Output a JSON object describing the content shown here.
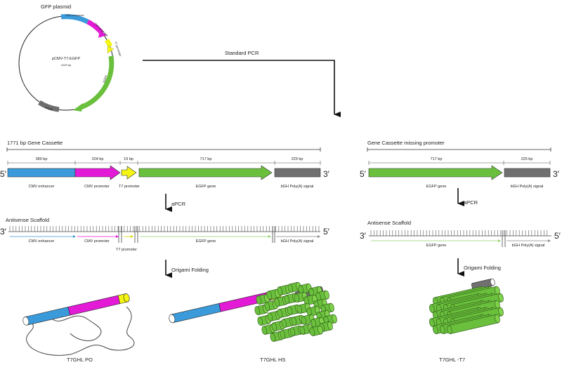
{
  "plasmid": {
    "title": "GFP plasmid",
    "name": "pCMV-T7-EGFP",
    "size": "4119 bp",
    "arc_labels": {
      "cmv_enhancer": "CMV enhancer",
      "cmv_promoter": "CMV promoter",
      "t7_promoter": "T7 promoter",
      "egfp": "EGFP",
      "ampr": "AmpR"
    }
  },
  "pcr_label": "Standard PCR",
  "left_cassette": {
    "title": "1771 bp Gene Cassette",
    "end5": "5′",
    "end3": "3′",
    "segments": [
      {
        "bp": "380 bp",
        "label": "CMV enhancer",
        "color": "#3b9ad9"
      },
      {
        "bp": "204 bp",
        "label": "CMV promoter",
        "color": "#e31ad6"
      },
      {
        "bp": "19 bp",
        "label": "T7 promoter",
        "color": "#f5f514"
      },
      {
        "bp": "717 bp",
        "label": "EGFP gene",
        "color": "#6abf3c"
      },
      {
        "bp": "225 bp",
        "label": "bGH Poly(A) signal",
        "color": "#707070"
      }
    ]
  },
  "right_cassette": {
    "title": "Gene Cassette missing promoter",
    "end5": "5′",
    "end3": "3′",
    "segments": [
      {
        "bp": "717 bp",
        "label": "EGFP gene",
        "color": "#6abf3c"
      },
      {
        "bp": "225 bp",
        "label": "bGH Poly(A) signal",
        "color": "#707070"
      }
    ]
  },
  "apcr_label": "aPCR",
  "left_scaffold": {
    "title": "Antisense Scaffold",
    "end3": "3′",
    "end5": "5′",
    "labels": {
      "cmv_enhancer": "CMV enhancer",
      "cmv_promoter": "CMV promoter",
      "t7_promoter": "T7 promoter",
      "egfp": "EGFP gene",
      "bgh": "bGH Poly(A) signal"
    }
  },
  "right_scaffold": {
    "title": "Antisense Scaffold",
    "end3": "3′",
    "end5": "5′",
    "labels": {
      "egfp": "EGFP gene",
      "bgh": "bGH Poly(A) signal"
    }
  },
  "folding_label": "Origami Folding",
  "structures": {
    "po": "T7GHL PO",
    "hs": "T7GHL HS",
    "t7": "T7GHL -T7"
  },
  "colors": {
    "cmv_enhancer": "#3b9ad9",
    "cmv_promoter": "#e31ad6",
    "t7_promoter": "#f5f514",
    "egfp": "#6abf3c",
    "bgh": "#707070"
  }
}
